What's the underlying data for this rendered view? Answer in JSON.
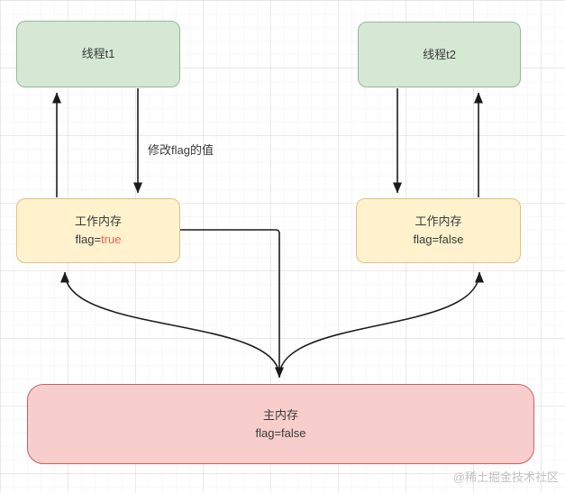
{
  "diagram": {
    "title_semantic": "java-memory-model-volatile-visibility",
    "thread_t1": {
      "label": "线程t1"
    },
    "thread_t2": {
      "label": "线程t2"
    },
    "working_memory_left": {
      "title": "工作内存",
      "flag_label": "flag=",
      "flag_value": "true"
    },
    "working_memory_right": {
      "title": "工作内存",
      "flag_label": "flag=",
      "flag_value": "false"
    },
    "main_memory": {
      "title": "主内存",
      "flag_label": "flag=",
      "flag_value": "false"
    },
    "edge_label": "修改flag的值",
    "watermark": "@稀土掘金技术社区",
    "colors": {
      "thread_node_fill": "#d5e8d4",
      "thread_node_border": "#97b996",
      "working_memory_fill": "#fff2cc",
      "working_memory_border": "#dcc380",
      "main_memory_fill": "#f8cecc",
      "main_memory_border": "#c26360",
      "flag_true_text": "#f4615c",
      "arrow_stroke": "#1b1b1b",
      "watermark_text": "#c2c2c2",
      "grid_line": "rgba(0,0,0,0.05)"
    }
  }
}
